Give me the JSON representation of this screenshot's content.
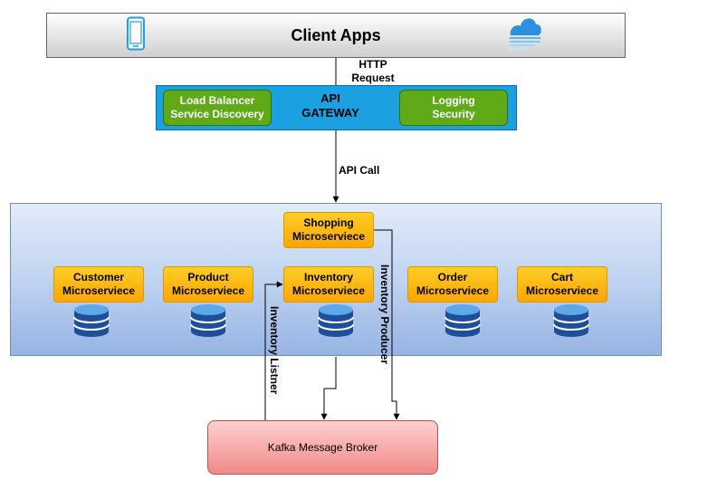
{
  "client": {
    "title": "Client Apps",
    "icons": [
      "mobile-phone-icon",
      "cloud-icon"
    ]
  },
  "gateway": {
    "title": "API\nGATEWAY",
    "left_box": "Load Balancer\nService Discovery",
    "right_box": "Logging\nSecurity"
  },
  "edges": {
    "http_request": "HTTP\nRequest",
    "api_call": "API Call",
    "inventory_producer": "Inventory Producer",
    "inventory_listener": "Inventory Listner"
  },
  "services": {
    "shopping": "Shopping\nMicroserviece",
    "customer": "Customer\nMicroserviece",
    "product": "Product\nMicroserviece",
    "inventory": "Inventory\nMicroserviece",
    "order": "Order\nMicroserviece",
    "cart": "Cart\nMicroserviece"
  },
  "broker": {
    "label": "Kafka Message Broker"
  },
  "colors": {
    "gateway": "#1ba1e2",
    "gateway_boxes": "#60a917",
    "service_boxes": "#ffb300",
    "container": "#bcd0ef",
    "database": "#1f4e9a",
    "broker": "#f08a8a"
  }
}
